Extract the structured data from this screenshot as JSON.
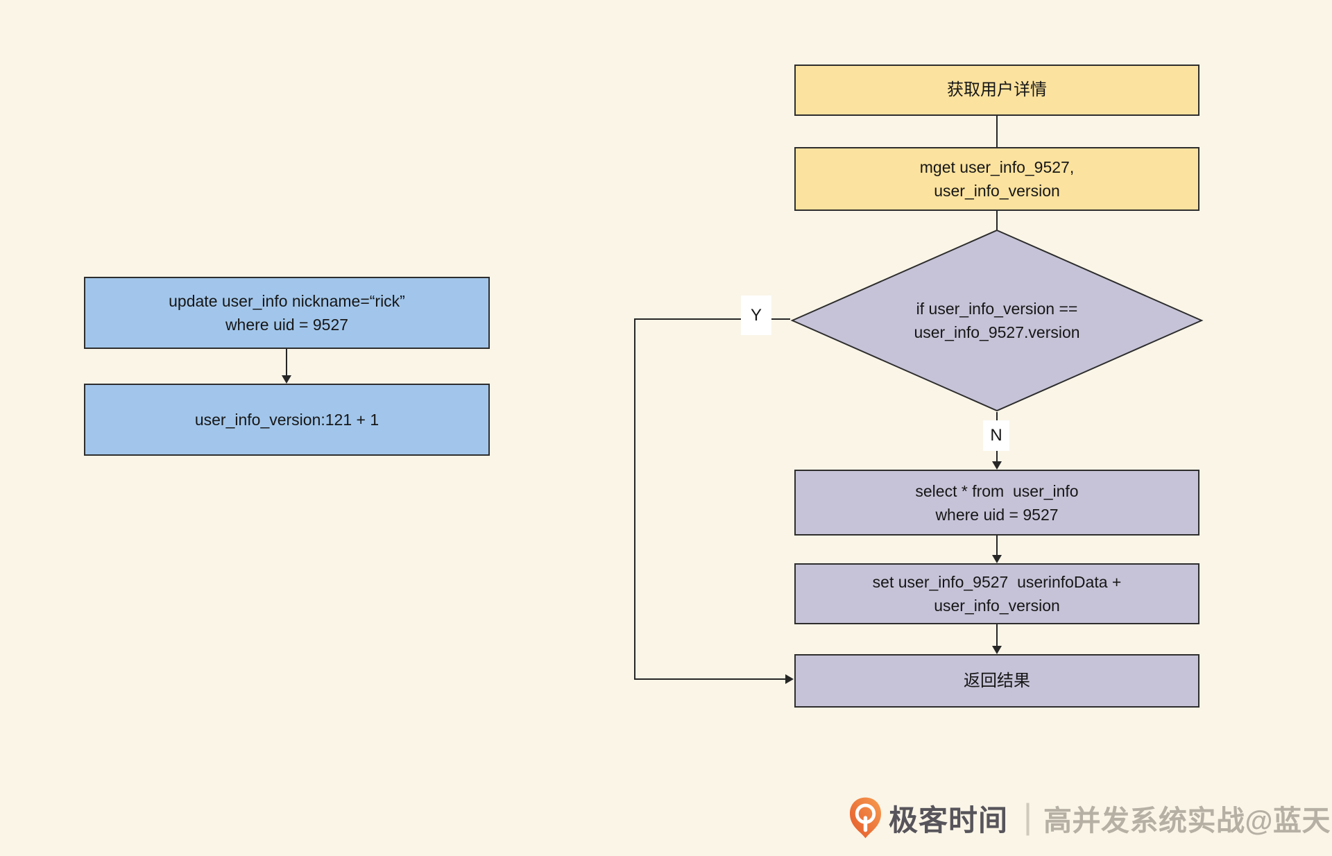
{
  "left_flow": {
    "update_node": {
      "line1": "update user_info nickname=“rick”",
      "line2": "where uid = 9527"
    },
    "version_node": {
      "line1": "user_info_version:121 + 1"
    }
  },
  "right_flow": {
    "title_node": {
      "label": "获取用户详情"
    },
    "mget_node": {
      "line1": "mget user_info_9527,",
      "line2": "user_info_version"
    },
    "decision_node": {
      "line1": "if user_info_version ==",
      "line2": "user_info_9527.version"
    },
    "branch_yes": "Y",
    "branch_no": "N",
    "select_node": {
      "line1": "select * from  user_info",
      "line2": "where uid = 9527"
    },
    "set_node": {
      "line1": "set user_info_9527  userinfoData +",
      "line2": "user_info_version"
    },
    "return_node": {
      "label": "返回结果"
    }
  },
  "watermark": {
    "brand": "极客时间",
    "divider": "|",
    "credit": "高并发系统实战@蓝天"
  },
  "colors": {
    "background": "#FAF5E7",
    "yellow_fill": "#FBE29E",
    "blue_fill": "#A2C6EB",
    "lavender_fill": "#C6C3D8",
    "border": "#2d2d2d",
    "line": "#262626",
    "brand_orange": "#EE7A33",
    "brand_text": "#57545B",
    "credit_text": "#B6AFA4"
  }
}
